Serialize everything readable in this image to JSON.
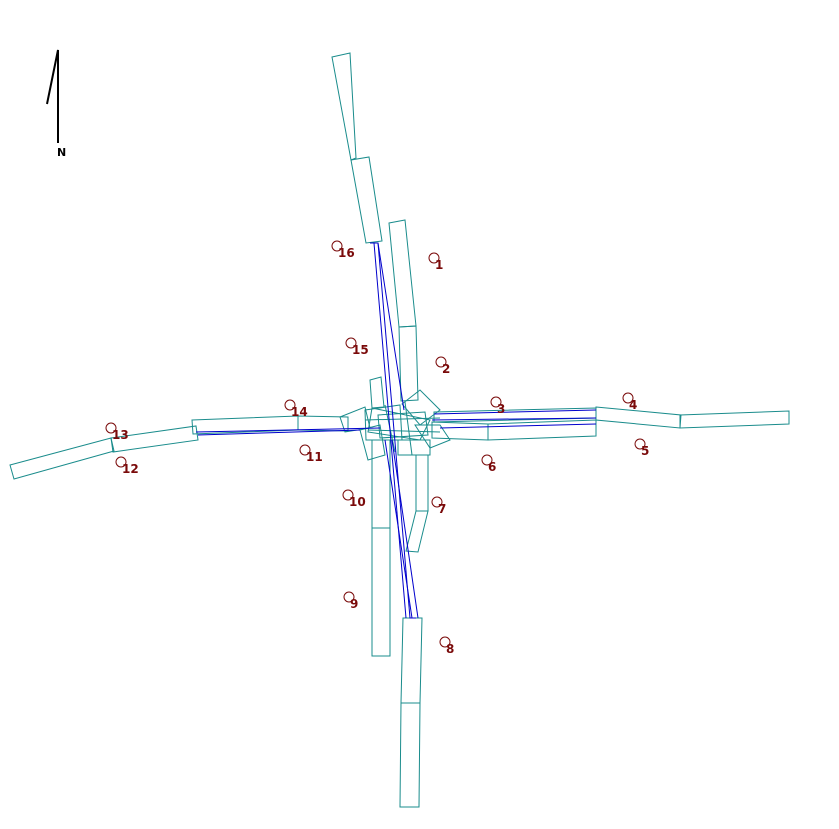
{
  "north_label": "N",
  "colors": {
    "road": "#1a8c8c",
    "link": "#0000cc",
    "marker": "#7a0a0a",
    "north": "#000000"
  },
  "markers": [
    {
      "label": "1"
    },
    {
      "label": "2"
    },
    {
      "label": "3"
    },
    {
      "label": "4"
    },
    {
      "label": "5"
    },
    {
      "label": "6"
    },
    {
      "label": "7"
    },
    {
      "label": "8"
    },
    {
      "label": "9"
    },
    {
      "label": "10"
    },
    {
      "label": "11"
    },
    {
      "label": "12"
    },
    {
      "label": "13"
    },
    {
      "label": "14"
    },
    {
      "label": "15"
    },
    {
      "label": "16"
    }
  ]
}
